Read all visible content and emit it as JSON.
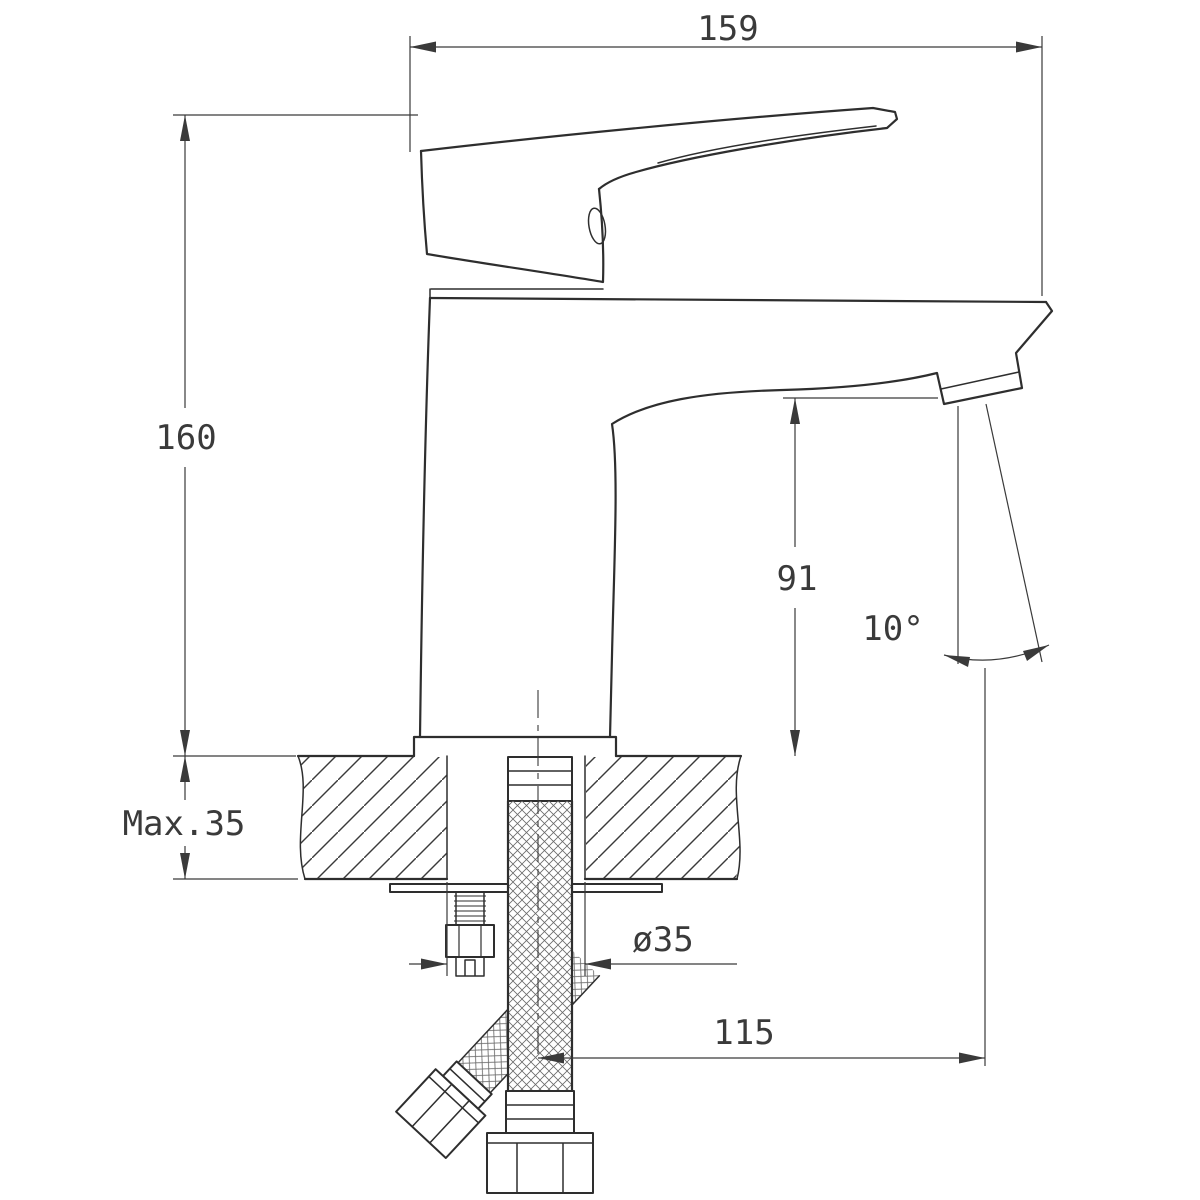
{
  "colors": {
    "background": "#ffffff",
    "object_line": "#2e2e2e",
    "dimension_line": "#3a3a3a"
  },
  "drawing": {
    "labels": {
      "overall_length": "159",
      "overall_height": "160",
      "spout_height": "91",
      "spout_angle": "10°",
      "max_deck_thickness": "Max.35",
      "hole_diameter": "ø35",
      "hose_offset": "115"
    }
  }
}
